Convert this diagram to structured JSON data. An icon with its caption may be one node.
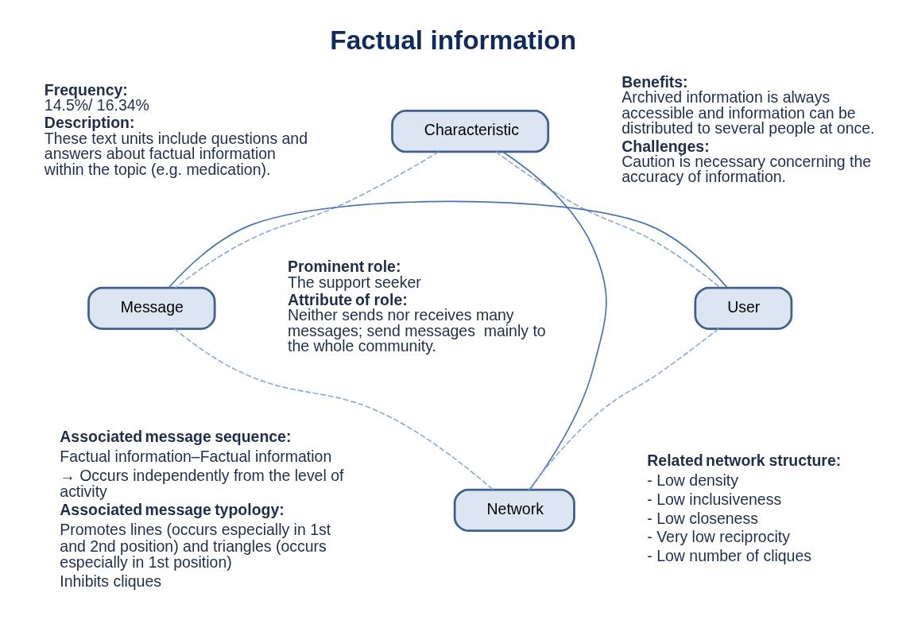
{
  "diagram": {
    "title": "Factual information",
    "nodes": [
      {
        "text": [
          "Characteristic"
        ]
      },
      {
        "text": [
          "Message"
        ]
      },
      {
        "text": [
          "User"
        ]
      },
      {
        "text": [
          "Network"
        ]
      }
    ],
    "edges": [
      {
        "from": 0,
        "to": 1,
        "arrow": "none",
        "style": "dashed",
        "color": "#8faadc"
      },
      {
        "from": 0,
        "to": 2,
        "arrow": "none",
        "style": "dashed",
        "color": "#8faadc"
      },
      {
        "from": 0,
        "to": 3,
        "arrow": "none"
      },
      {
        "from": 1,
        "to": 2,
        "arrow": "none"
      },
      {
        "from": 1,
        "to": 3,
        "arrow": "none",
        "style": "dashed",
        "color": "#8faadc"
      },
      {
        "from": 2,
        "to": 3,
        "arrow": "none",
        "style": "dashed",
        "color": "#8faadc"
      }
    ],
    "labels": [
      "**Frequency:** 14.5%/ 16.34%",
      "**Description:** These text units include questions and answers about factual information within the topic (e.g. medication).",
      "**Benefits:** Archived information is always accessible and information can be distributed to several people at once.",
      "**Challenges:**  Caution is necessary concerning the accuracy of information.",
      "**Prominent role:** The support seeker",
      "**Attribute of role:** Neither sends nor receives many messages; send messages  mainly to the whole community.",
      "**Associated message sequence:**",
      "Factual information–Factual information",
      "→ Occurs independently from the level of activity",
      "**Associated message typology:**",
      "Promotes lines (occurs especially in 1st and 2nd position) and triangles (occurs especially in 1st position)",
      "Inhibits cliques",
      "**Related network structure:**",
      "- Low density",
      "- Low inclusiveness",
      "- Low closeness",
      "- Very low reciprocity",
      "- Low number of cliques"
    ]
  }
}
